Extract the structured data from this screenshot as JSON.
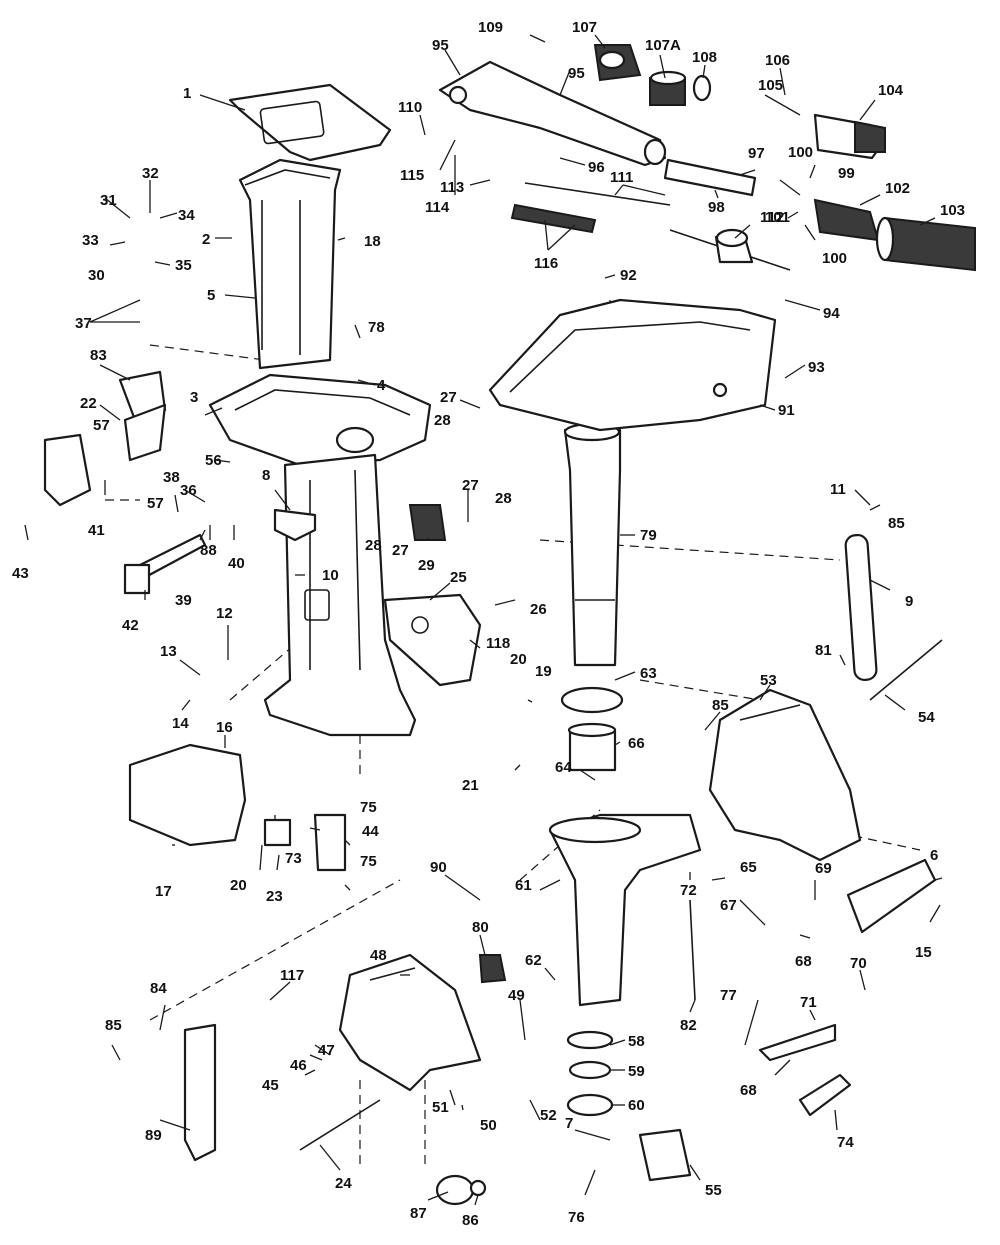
{
  "labels": {
    "n1": "1",
    "n2": "2",
    "n3": "3",
    "n4": "4",
    "n5": "5",
    "n6": "6",
    "n7": "7",
    "n8": "8",
    "n9": "9",
    "n10": "10",
    "n11": "11",
    "n12": "12",
    "n13": "13",
    "n14": "14",
    "n15": "15",
    "n16": "16",
    "n17": "17",
    "n18": "18",
    "n19": "19",
    "n20a": "20",
    "n20b": "20",
    "n21": "21",
    "n22": "22",
    "n23": "23",
    "n24": "24",
    "n25": "25",
    "n26": "26",
    "n27a": "27",
    "n27b": "27",
    "n27c": "27",
    "n28a": "28",
    "n28b": "28",
    "n28c": "28",
    "n29": "29",
    "n30": "30",
    "n31": "31",
    "n32": "32",
    "n33": "33",
    "n34": "34",
    "n35": "35",
    "n36": "36",
    "n37": "37",
    "n38": "38",
    "n39": "39",
    "n40": "40",
    "n41": "41",
    "n42": "42",
    "n43": "43",
    "n44": "44",
    "n45": "45",
    "n46": "46",
    "n47": "47",
    "n48": "48",
    "n49": "49",
    "n50": "50",
    "n51": "51",
    "n52": "52",
    "n53": "53",
    "n54": "54",
    "n55": "55",
    "n56": "56",
    "n57a": "57",
    "n57b": "57",
    "n58": "58",
    "n59": "59",
    "n60": "60",
    "n61": "61",
    "n62": "62",
    "n63": "63",
    "n64": "64",
    "n65": "65",
    "n66": "66",
    "n67": "67",
    "n68a": "68",
    "n68b": "68",
    "n69": "69",
    "n70": "70",
    "n71": "71",
    "n72": "72",
    "n73": "73",
    "n74": "74",
    "n75a": "75",
    "n75b": "75",
    "n76": "76",
    "n77": "77",
    "n78": "78",
    "n79": "79",
    "n80": "80",
    "n81": "81",
    "n82": "82",
    "n83": "83",
    "n84": "84",
    "n85a": "85",
    "n85b": "85",
    "n85c": "85",
    "n86": "86",
    "n87": "87",
    "n88": "88",
    "n89": "89",
    "n90": "90",
    "n91": "91",
    "n92": "92",
    "n93": "93",
    "n94": "94",
    "n95a": "95",
    "n95b": "95",
    "n96": "96",
    "n97": "97",
    "n98": "98",
    "n99": "99",
    "n100a": "100",
    "n100b": "100",
    "n101": "101",
    "n102": "102",
    "n103": "103",
    "n104": "104",
    "n105": "105",
    "n106": "106",
    "n107": "107",
    "n107a": "107A",
    "n108": "108",
    "n109": "109",
    "n110": "110",
    "n111": "111",
    "n112": "112",
    "n113": "113",
    "n114": "114",
    "n115": "115",
    "n116": "116",
    "n117": "117",
    "n118": "118"
  }
}
